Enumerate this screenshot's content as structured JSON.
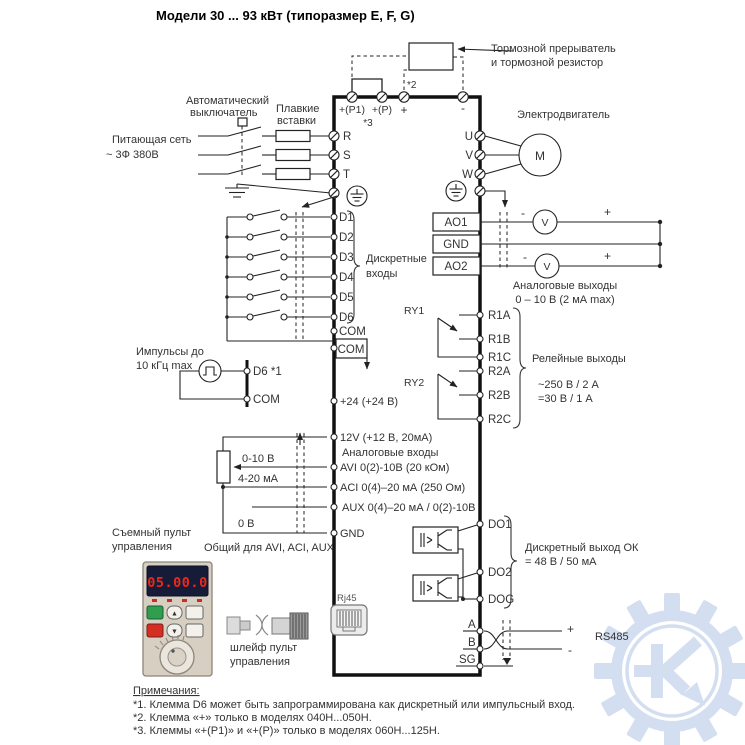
{
  "title": "Модели 30 ... 93 кВт (типоразмер E, F, G)",
  "brake": {
    "line1": "Тормозной прерыватель",
    "line2": "и тормозной резистор",
    "ref": "*2"
  },
  "dc": {
    "p1": "+(P1)",
    "p": "+(P)",
    "plus": "+",
    "minus": "-",
    "ref": "*3"
  },
  "supply": {
    "breaker1": "Автоматический",
    "breaker2": "выключатель",
    "fuses1": "Плавкие",
    "fuses2": "вставки",
    "net1": "Питающая сеть",
    "net2": "~ 3Ф 380В"
  },
  "in_terms": [
    "R",
    "S",
    "T"
  ],
  "out_terms": [
    "U",
    "V",
    "W"
  ],
  "motor": {
    "label": "Электродвигатель",
    "m": "M"
  },
  "discrete": {
    "d": [
      "D1",
      "D2",
      "D3",
      "D4",
      "D5",
      "D6"
    ],
    "com": "COM",
    "com_box": "COM",
    "cap1": "Дискретные",
    "cap2": "входы"
  },
  "ao": {
    "t": [
      "AO1",
      "GND",
      "AO2"
    ],
    "v": "V",
    "plus": "+",
    "minus": "-",
    "cap1": "Аналоговые выходы",
    "cap2": "0 – 10 В (2 мА max)"
  },
  "relay": {
    "ry1": "RY1",
    "ry2": "RY2",
    "r1a": "R1A",
    "r1b": "R1B",
    "r1c": "R1C",
    "r2a": "R2A",
    "r2b": "R2B",
    "r2c": "R2C",
    "cap": "Релейные выходы",
    "rate1": "~250 В / 2 А",
    "rate2": "=30 В / 1 А"
  },
  "pulse": {
    "cap1": "Импульсы до",
    "cap2": "10 кГц max",
    "d6": "D6 *1",
    "com": "COM"
  },
  "p24": "+24 (+24 В)",
  "ain": {
    "v12": "12V  (+12 В, 20мА)",
    "cap": "Аналоговые входы",
    "avi": "AVI  0(2)-10В (20 кОм)",
    "aci": "ACI  0(4)–20 мА (250 Ом)",
    "aux": "AUX  0(4)–20 мА / 0(2)-10В",
    "gnd": "GND",
    "r1": "0-10 В",
    "r2": "4-20 мА",
    "r3": "0 В",
    "common": "Общий для AVI, ACI, AUX"
  },
  "dout": {
    "t": [
      "DO1",
      "DO2",
      "DOG"
    ],
    "cap1": "Дискретный выход ОК",
    "cap2": "= 48 В / 50 мА"
  },
  "rs": {
    "a": "A",
    "b": "B",
    "sg": "SG",
    "plus": "+",
    "minus": "-",
    "label": "RS485"
  },
  "rj45": "Rj45",
  "keypad": {
    "cap1": "Съемный пульт",
    "cap2": "управления",
    "display": "05.00.0",
    "cable1": "шлейф пульт",
    "cable2": "управления"
  },
  "notes": {
    "head": "Примечания:",
    "n1": "*1. Клемма D6 может быть запрограммирована как дискретный или импульсный вход.",
    "n2": "*2. Клемма «+» только в моделях 040H...050H.",
    "n3": "*3. Клеммы «+(P1)» и «+(P)» только в моделях 060H...125H."
  },
  "colors": {
    "logo": "#a8c0e4",
    "display_red": "#f22618",
    "run_green": "#2f9e4f",
    "stop_red": "#d32f23",
    "wire": "#222222"
  }
}
